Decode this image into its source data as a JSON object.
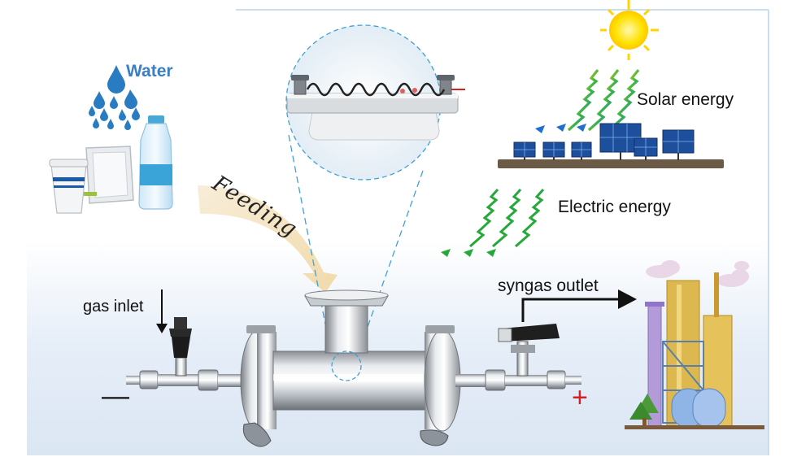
{
  "labels": {
    "water": "Water",
    "solar_energy": "Solar energy",
    "electric_energy": "Electric energy",
    "feeding": "Feeding",
    "gas_inlet": "gas inlet",
    "syngas_outlet": "syngas outlet",
    "negative_sign": "—",
    "positive_sign": "+"
  },
  "colors": {
    "water_blue": "#2a7cc2",
    "electric_green": "#27a83a",
    "sun_yellow": "#ffe100",
    "panel_blue": "#1e4f9c",
    "positive_red": "#d42020",
    "zoom_outline": "#3ea0d6"
  },
  "icons": [
    "water-drops-icon",
    "plastic-waste-icon",
    "sun-icon",
    "solar-rays-icon",
    "solar-panels-icon",
    "electric-energy-icon",
    "chemical-plant-icon"
  ]
}
